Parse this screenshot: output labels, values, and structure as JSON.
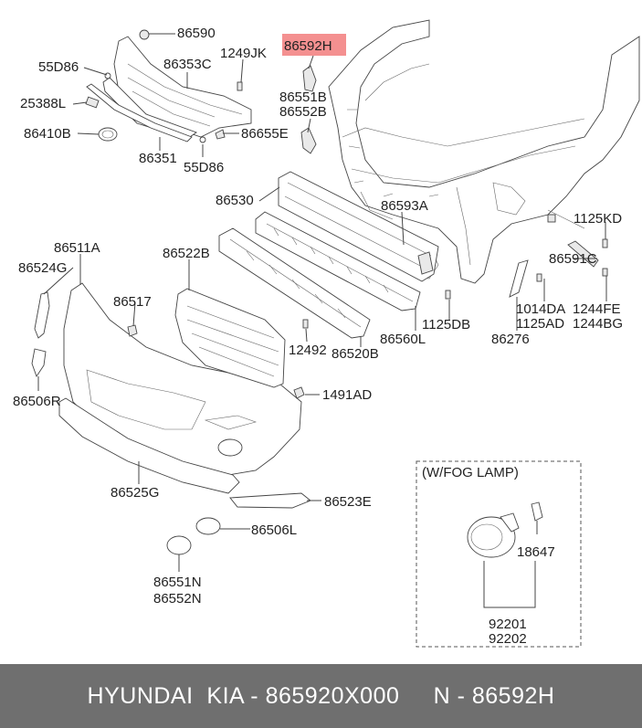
{
  "labels": {
    "p86590": "86590",
    "p86592H": "86592H",
    "p55D86a": "55D86",
    "p86353C": "86353C",
    "p1249JK": "1249JK",
    "p25388L": "25388L",
    "p86551B": "86551B",
    "p86552B": "86552B",
    "p86410B": "86410B",
    "p86655E": "86655E",
    "p86351": "86351",
    "p55D86b": "55D86",
    "p86530": "86530",
    "p86593A": "86593A",
    "p1125KD": "1125KD",
    "p86511A": "86511A",
    "p86522B": "86522B",
    "p86524G": "86524G",
    "p86591C": "86591C",
    "p86517": "86517",
    "p1014DA": "1014DA",
    "p1244FE": "1244FE",
    "p1125AD": "1125AD",
    "p1244BG": "1244BG",
    "p1125DB": "1125DB",
    "p12492": "12492",
    "p86520B": "86520B",
    "p86560L": "86560L",
    "p86276": "86276",
    "p86506R": "86506R",
    "p1491AD": "1491AD",
    "fogTitle": "(W/FOG LAMP)",
    "p18647": "18647",
    "p86525G": "86525G",
    "p86523E": "86523E",
    "p86506L": "86506L",
    "p86551N": "86551N",
    "p86552N": "86552N",
    "p92201": "92201",
    "p92202": "92202"
  },
  "footer": {
    "text": "HYUNDAI  KIA - 865920X000     N - 86592H"
  },
  "colors": {
    "highlight": "#f49090",
    "footer_bg": "#6f6f6f"
  }
}
